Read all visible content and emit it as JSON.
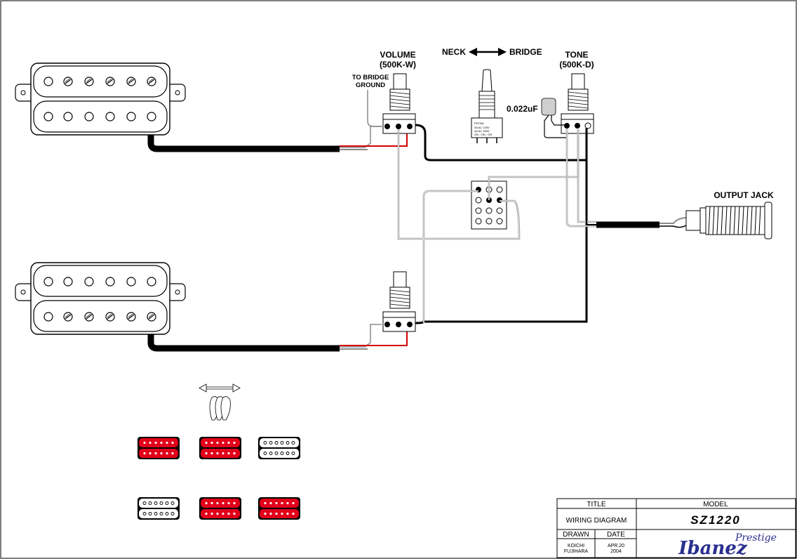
{
  "labels": {
    "volume": "VOLUME",
    "volume_value": "(500K-W)",
    "to_bridge_ground_1": "TO BRIDGE",
    "to_bridge_ground_2": "GROUND",
    "neck": "NECK",
    "bridge": "BRIDGE",
    "tone": "TONE",
    "tone_value": "(500K-D)",
    "capacitor": "0.022uF",
    "output_jack": "OUTPUT JACK"
  },
  "switch_text": [
    "3A AC 125V",
    "4A AC 250V",
    "ON - ON - ON"
  ],
  "title_block": {
    "title_header": "TITLE",
    "model_header": "MODEL",
    "title_value": "WIRING DIAGRAM",
    "model_value": "SZ1220",
    "drawn_header": "DRAWN",
    "date_header": "DATE",
    "drawn_by_1": "KOICHI",
    "drawn_by_2": "FUJIHARA",
    "date_1": "APR.20",
    "date_2": "2004",
    "brand_script": "Prestige",
    "brand": "Ibanez"
  },
  "colors": {
    "wire_black": "#000000",
    "wire_red": "#d40000",
    "wire_grey": "#8a8a8a",
    "pickup_red": "#e2001a",
    "brand_blue": "#2a2f8f",
    "cap_fill": "#cfcfcf"
  }
}
